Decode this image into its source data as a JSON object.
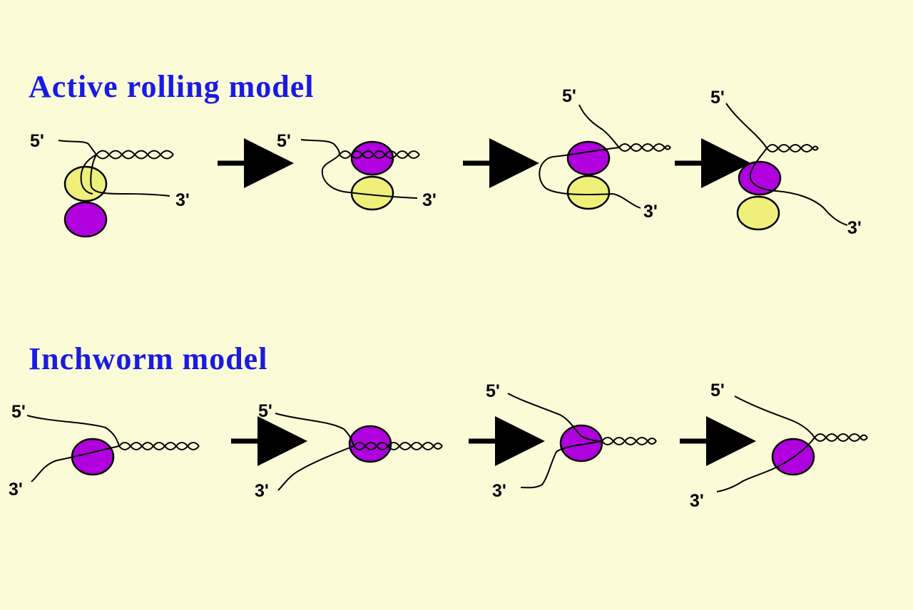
{
  "sections": [
    {
      "title": "Active rolling model",
      "steps": [
        {
          "label_5": "5'",
          "label_3": "3'"
        },
        {
          "label_5": "5'",
          "label_3": "3'"
        },
        {
          "label_5": "5'",
          "label_3": "3'"
        },
        {
          "label_5": "5'",
          "label_3": "3'"
        }
      ]
    },
    {
      "title": "Inchworm model",
      "steps": [
        {
          "label_5": "5'",
          "label_3": "3'"
        },
        {
          "label_5": "5'",
          "label_3": "3'"
        },
        {
          "label_5": "5'",
          "label_3": "3'"
        },
        {
          "label_5": "5'",
          "label_3": "3'"
        }
      ]
    }
  ],
  "colors": {
    "background": "#fbfbd8",
    "title": "#1a1ae6",
    "protein_purple": "#b000dd",
    "protein_yellow": "#eef07a",
    "arrow": "#000000"
  }
}
